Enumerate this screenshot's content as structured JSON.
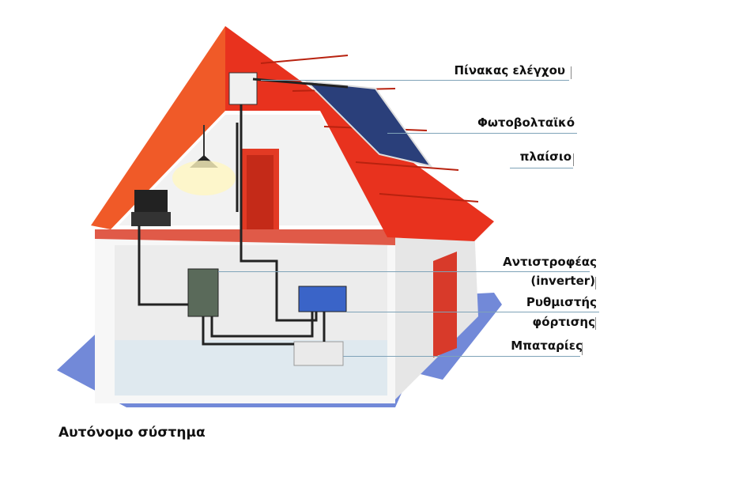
{
  "title": "Αυτόνομο σύστημα",
  "labels": {
    "control_panel": "Πίνακας ελέγχου",
    "pv_1": "Φωτοβολταϊκό",
    "pv_2": "πλαίσιο",
    "inverter_1": "Αντιστροφέας",
    "inverter_2": "(inverter)",
    "regulator_1": "Ρυθμιστής",
    "regulator_2": "φόρτισης",
    "batteries": "Μπαταρίες"
  },
  "colors": {
    "roof": "#e8321e",
    "floor": "#6f86d6",
    "wall": "#f4f4f4",
    "cable": "#222222",
    "leader": "#7fa3b8"
  }
}
